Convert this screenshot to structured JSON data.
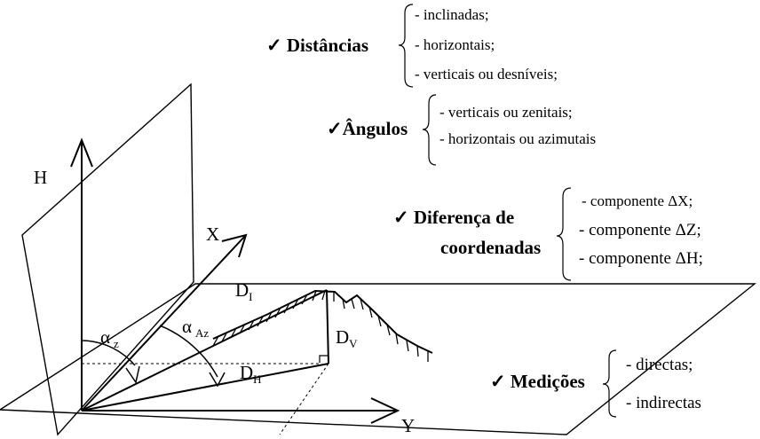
{
  "categories": {
    "distancias": {
      "check": "✓",
      "label": "Distâncias",
      "items": [
        "- inclinadas;",
        "- horizontais;",
        "- verticais ou desníveis;"
      ]
    },
    "angulos": {
      "check": "✓",
      "label": "Ângulos",
      "items": [
        "- verticais ou zenitais;",
        "- horizontais ou azimutais"
      ]
    },
    "diferenca": {
      "check": "✓",
      "label_line1": "Diferença de",
      "label_line2": "coordenadas",
      "items": [
        "- componente ΔX;",
        "- componente ΔZ;",
        "- componente ΔH;"
      ]
    },
    "medicoes": {
      "check": "✓",
      "label": "Medições",
      "items": [
        "- directas;",
        "- indirectas"
      ]
    }
  },
  "diagram_labels": {
    "axis_h": "H",
    "axis_x": "X",
    "axis_y": "Y",
    "alpha": "α",
    "sub_z": "z",
    "sub_az": "Az",
    "d": "D",
    "sub_i": "I",
    "sub_v": "V",
    "sub_h": "H"
  }
}
